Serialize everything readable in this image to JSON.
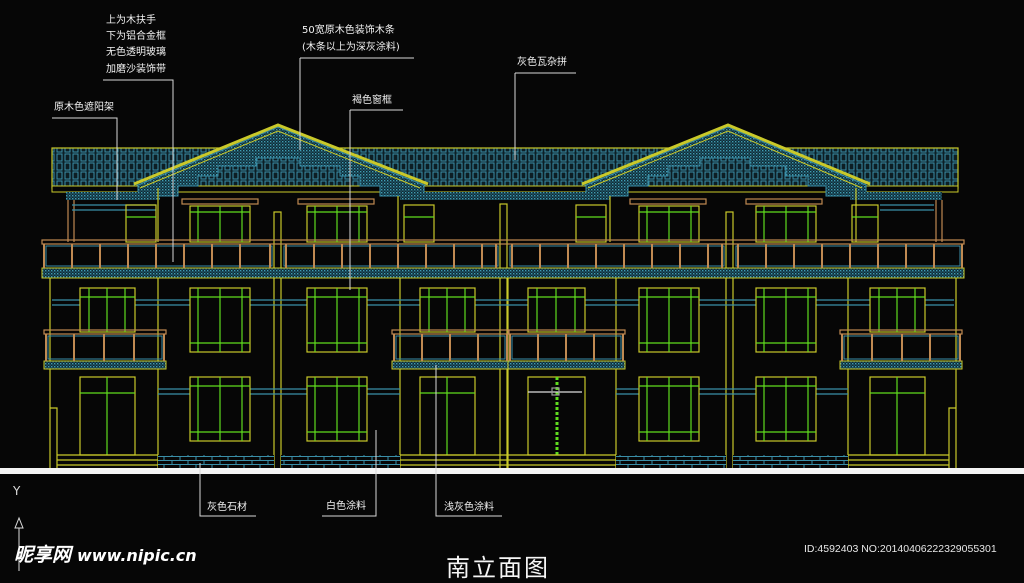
{
  "drawing": {
    "title": "南立面图",
    "background": "#060606",
    "colors": {
      "outline": "#c9c92a",
      "window_mullion": "#5fdc1e",
      "railing_wood": "#c08a52",
      "tile_hatch": "#3a8fa8",
      "leader": "#d8d8d8",
      "ground": "#f4f4f4"
    },
    "ucs_icon": {
      "axis_label": "Y"
    }
  },
  "annotations": {
    "railing_note": {
      "lines": [
        "上为木扶手",
        "下为铝合金框",
        "无色透明玻璃",
        "加磨沙装饰带"
      ]
    },
    "sunshade": "原木色遮阳架",
    "wood_strip_note": {
      "lines": [
        "50宽原木色装饰木条",
        "(木条以上为深灰涂料)"
      ]
    },
    "window_frame": "褐色窗框",
    "roof_tile": "灰色瓦杂拼",
    "stone": "灰色石材",
    "white_paint": "白色涂料",
    "light_grey_paint": "浅灰色涂料"
  },
  "watermark": {
    "brand": "昵享网",
    "url": "www.nipic.cn",
    "id_text": "ID:4592403 NO:20140406222329055301"
  }
}
